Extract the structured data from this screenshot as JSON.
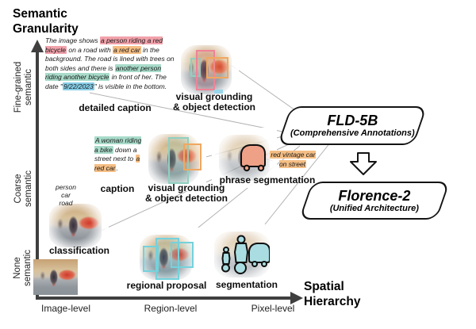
{
  "figure": {
    "name": "Florence-2 semantic granularity vs spatial hierarchy diagram"
  },
  "colors": {
    "highlight_pink": "#F2A2AB",
    "highlight_orange": "#F5BE85",
    "highlight_green": "#A8DBC9",
    "highlight_blue": "#87CDE8",
    "bbox_pink": "#EE8296",
    "bbox_teal": "#8FD0C0",
    "bbox_orange": "#F0A860",
    "bbox_cyan": "#74D2DC",
    "mask_cyan": "#A9DDE2",
    "mask_salmon": "#EFA188",
    "axis": "#3F3F3F",
    "connector": "#B3B3B3"
  },
  "yaxis_title": {
    "line1": "Semantic",
    "line2": "Granularity"
  },
  "xaxis_title": {
    "line1": "Spatial",
    "line2": "Hierarchy"
  },
  "y_ticks": [
    {
      "line1": "Fine-grained",
      "line2": "semantic"
    },
    {
      "line1": "Coarse",
      "line2": "semantic"
    },
    {
      "line1": "None",
      "line2": "semantic"
    }
  ],
  "x_ticks": [
    "Image-level",
    "Region-level",
    "Pixel-level"
  ],
  "detailed_caption": {
    "segments": [
      {
        "t": "The image shows ",
        "h": null
      },
      {
        "t": "a person riding a red bicycle",
        "h": "pink"
      },
      {
        "t": " on a road with ",
        "h": null
      },
      {
        "t": "a red car",
        "h": "orange"
      },
      {
        "t": " in the background. The road is lined with trees on both sides and there is ",
        "h": null
      },
      {
        "t": "another person riding another bicycle",
        "h": "green"
      },
      {
        "t": " in front of her. The date \"",
        "h": null
      },
      {
        "t": "9/22/2023",
        "h": "blue"
      },
      {
        "t": "\" is visible in the bottom.",
        "h": null
      }
    ]
  },
  "caption": {
    "segments": [
      {
        "t": "A woman riding a bike",
        "h": "green"
      },
      {
        "t": " down a street next to ",
        "h": null
      },
      {
        "t": "a red car",
        "h": "orange"
      },
      {
        "t": ".",
        "h": null
      }
    ]
  },
  "phrase_text": {
    "segments": [
      {
        "t": "red vintage car on street",
        "h": "orange"
      }
    ]
  },
  "classification_classes": [
    "person",
    "car",
    "road"
  ],
  "labels": {
    "detailed_caption": "detailed caption",
    "vg_top_line1": "visual grounding",
    "vg_top_line2": "& object detection",
    "caption": "caption",
    "vg_mid_line1": "visual grounding",
    "vg_mid_line2": "& object detection",
    "phrase": "phrase segmentation",
    "classification": "classification",
    "regional": "regional proposal",
    "segmentation": "segmentation"
  },
  "fld5b": {
    "title": "FLD-5B",
    "subtitle": "(Comprehensive Annotations)"
  },
  "florence2": {
    "title": "Florence-2",
    "subtitle": "(Unified Architecture)"
  }
}
